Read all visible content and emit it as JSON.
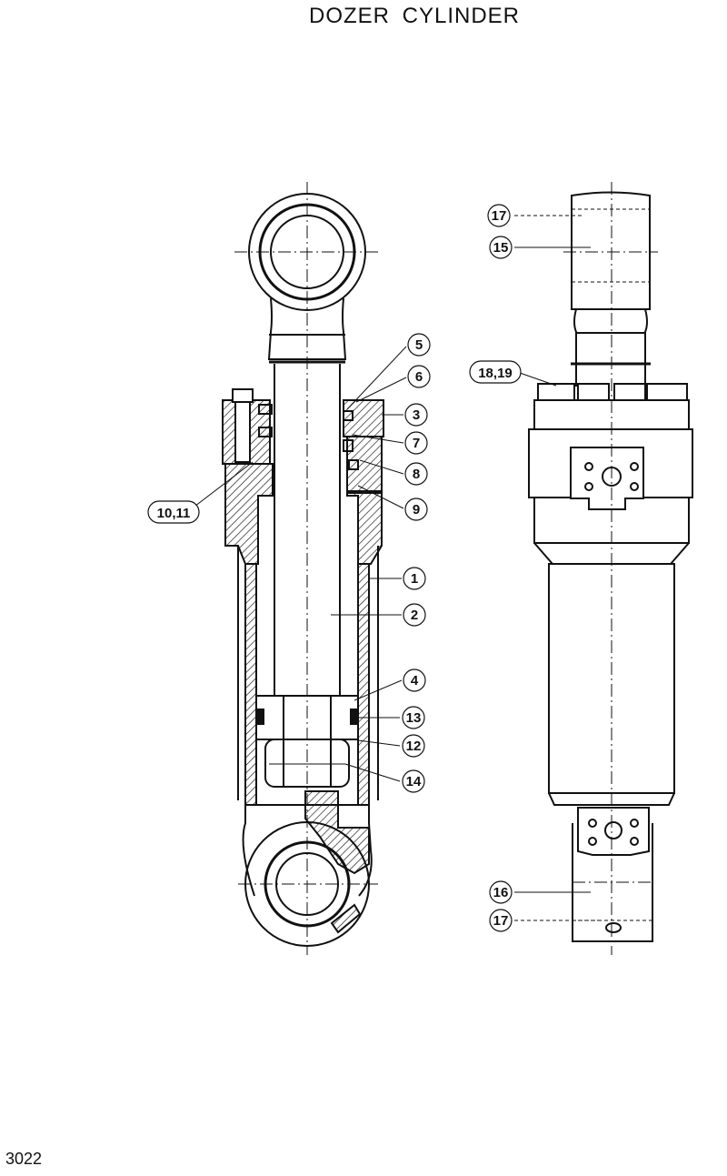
{
  "title": "DOZER  CYLINDER",
  "page_number": "3022",
  "callouts": [
    {
      "id": "c1",
      "label": "1"
    },
    {
      "id": "c2",
      "label": "2"
    },
    {
      "id": "c3",
      "label": "3"
    },
    {
      "id": "c4",
      "label": "4"
    },
    {
      "id": "c5",
      "label": "5"
    },
    {
      "id": "c6",
      "label": "6"
    },
    {
      "id": "c7",
      "label": "7"
    },
    {
      "id": "c8",
      "label": "8"
    },
    {
      "id": "c9",
      "label": "9"
    },
    {
      "id": "c10",
      "label": "10,11"
    },
    {
      "id": "c12",
      "label": "12"
    },
    {
      "id": "c13",
      "label": "13"
    },
    {
      "id": "c14",
      "label": "14"
    },
    {
      "id": "c15",
      "label": "15"
    },
    {
      "id": "c16",
      "label": "16"
    },
    {
      "id": "c17a",
      "label": "17"
    },
    {
      "id": "c17b",
      "label": "17"
    },
    {
      "id": "c18",
      "label": "18,19"
    }
  ]
}
